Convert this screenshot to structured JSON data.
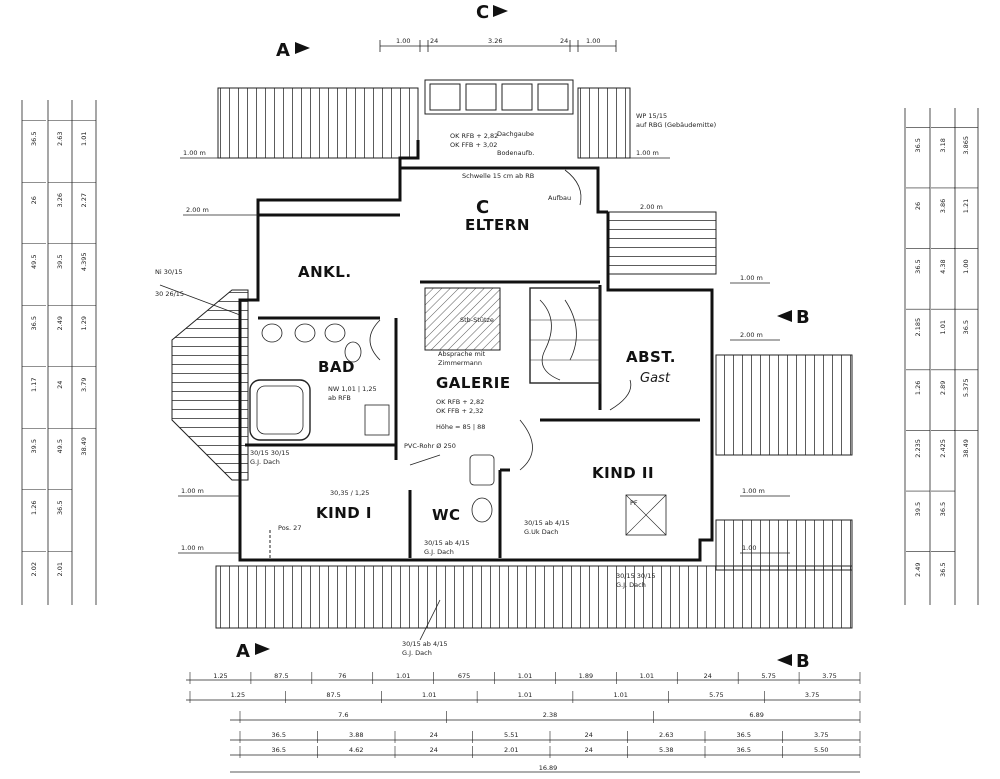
{
  "rooms": {
    "eltern": "ELTERN",
    "ankl": "ANKL.",
    "bad": "BAD",
    "galerie": "GALERIE",
    "abst": "ABST.",
    "gast": "Gast",
    "kind1": "KIND I",
    "kind2": "KIND II",
    "wc": "WC"
  },
  "section_markers": {
    "a": "A",
    "b": "B",
    "c": "C"
  },
  "annotations": {
    "dachgaube": "Dachgaube",
    "ok_rfb_1": "OK RFB + 2,82",
    "ok_ffb_1": "OK FFB + 3,02",
    "bodenaufb": "Bodenaufb.",
    "wp": "WP 15/15",
    "wp2": "auf RBG (Gebäudemitte)",
    "schwelle": "Schwelle 15 cm ab RB",
    "aufbau": "Aufbau",
    "stb_stuetze": "Stb-Stütze",
    "absprache": "Absprache mit",
    "zimmermann": "Zimmermann",
    "ok_rfb_2": "OK RFB + 2,82",
    "ok_ffb_2": "OK FFB + 2,32",
    "hoehe": "Höhe = 85 | 88",
    "nw": "NW 1,01 | 1,25",
    "ab_rfb": "ab RFB",
    "pvc": "PVC-Rohr Ø 250",
    "sparren1": "30/15 30/15",
    "gdach1": "G.J. Dach",
    "sparren2": "Ni 30/15",
    "sparren3": "30 26/15",
    "kind1_nw": "30,35 / 1,25",
    "pos27": "Pos. 27",
    "wc_dach": "30/15 ab 4/15",
    "wc_dach2": "G.J. Dach",
    "kind2_dach": "30/15 ab 4/15",
    "kind2_dach2": "G.Uk Dach",
    "sparren_b": "30/15 30/15",
    "sparren_b2": "G.J. Dach",
    "sparren_bottom": "30/15 ab 4/15",
    "sparren_bottom2": "G.J. Dach",
    "pf": "PF"
  },
  "top_dims": [
    "1.00",
    "24",
    "3.26",
    "24",
    "1.00"
  ],
  "side_dims": [
    "1.00 m",
    "1.00 m",
    "2.00 m",
    "2.00 m",
    "1.00 m",
    "2.00 m",
    "1.00 m",
    "1.00 m",
    "1.00 m",
    "1.00"
  ],
  "bottom_dims": {
    "row1": [
      "1.25",
      "87.5",
      "76",
      "1.01",
      "675",
      "1.01",
      "1.89",
      "1.01",
      "24",
      "5.75",
      "3.75"
    ],
    "row2": [
      "1.25",
      "87.5",
      "1.01",
      "1.01",
      "1.01",
      "5.75",
      "3.75"
    ],
    "row3": [
      "7.6",
      "2.38",
      "6.89"
    ],
    "row4": [
      "36.5",
      "3.88",
      "24",
      "5.51",
      "24",
      "2.63",
      "36.5",
      "3.75"
    ],
    "row5": [
      "36.5",
      "4.62",
      "24",
      "2.01",
      "24",
      "5.38",
      "36.5",
      "5.50"
    ],
    "total": "16.89"
  },
  "left_dims": [
    "36.5",
    "26",
    "49.5",
    "36.5",
    "1.17",
    "39.5",
    "1.26",
    "2.02",
    "2.63",
    "3.26",
    "39.5",
    "2.49",
    "24",
    "49.5",
    "36.5",
    "2.01",
    "1.01",
    "2.27",
    "4.395",
    "1.29",
    "3.79",
    "38.49"
  ],
  "right_dims": [
    "36.5",
    "26",
    "36.5",
    "2.185",
    "1.26",
    "2.235",
    "39.5",
    "2.49",
    "3.18",
    "3.86",
    "4.38",
    "1.01",
    "2.89",
    "2.425",
    "36.5",
    "36.5",
    "3.865",
    "1.21",
    "1.00",
    "36.5",
    "5.375",
    "38.49"
  ]
}
